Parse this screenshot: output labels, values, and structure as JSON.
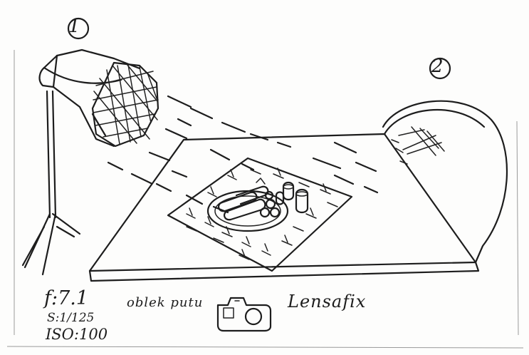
{
  "labels": {
    "light_one": "1",
    "light_two": "2"
  },
  "camera_settings": {
    "aperture": "f:7.1",
    "shutter": "S:1/125",
    "iso": "ISO:100"
  },
  "subject": "oblek putu",
  "studio": "Lensafix",
  "icons": {
    "camera": "camera-icon",
    "softbox": "octagonal-softbox-icon",
    "reflector": "reflector-icon"
  },
  "colors": {
    "ink": "#1d1d1d",
    "paper": "#fdfdfc"
  }
}
